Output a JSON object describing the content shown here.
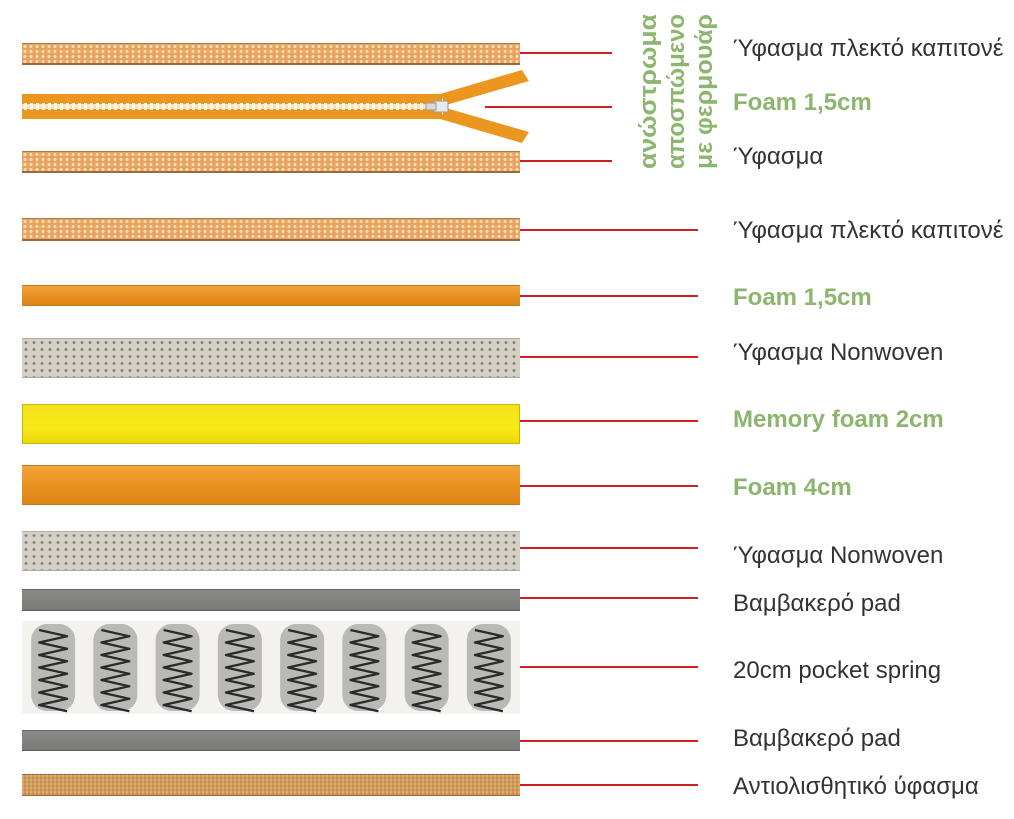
{
  "colors": {
    "connector": "#cc1f24",
    "highlight_text": "#8cb56e",
    "label_text": "#333333"
  },
  "side_note": [
    "ανώστρωμα",
    "αποσπώμενο",
    "με φερμουάρ"
  ],
  "layers": [
    {
      "id": "top-knit",
      "material": "knit",
      "label": "Ύφασμα πλεκτό καπιτονέ",
      "highlight": false
    },
    {
      "id": "top-foam-zipper",
      "material": "foam-zipper",
      "label": "Foam 1,5cm",
      "highlight": true
    },
    {
      "id": "top-fabric",
      "material": "knit",
      "label": "Ύφασμα",
      "highlight": false
    },
    {
      "id": "main-knit",
      "material": "knit",
      "label": "Ύφασμα πλεκτό καπιτονέ",
      "highlight": false
    },
    {
      "id": "main-foam",
      "material": "foam",
      "label": "Foam 1,5cm",
      "highlight": true
    },
    {
      "id": "nonwoven-upper",
      "material": "nonwoven",
      "label": "Ύφασμα Nonwoven",
      "highlight": false
    },
    {
      "id": "memory-foam",
      "material": "memory",
      "label": "Memory foam 2cm",
      "highlight": true
    },
    {
      "id": "foam-4cm",
      "material": "foam",
      "label": "Foam 4cm",
      "highlight": true
    },
    {
      "id": "nonwoven-lower",
      "material": "nonwoven",
      "label": "Ύφασμα Nonwoven",
      "highlight": false
    },
    {
      "id": "cotton-pad-upper",
      "material": "pad",
      "label": "Βαμβακερό pad",
      "highlight": false
    },
    {
      "id": "pocket-spring",
      "material": "springs",
      "label": "20cm pocket spring",
      "highlight": false
    },
    {
      "id": "cotton-pad-lower",
      "material": "pad",
      "label": "Βαμβακερό pad",
      "highlight": false
    },
    {
      "id": "antislip-fabric",
      "material": "antislip",
      "label": "Αντιολισθητικό ύφασμα",
      "highlight": false
    }
  ]
}
